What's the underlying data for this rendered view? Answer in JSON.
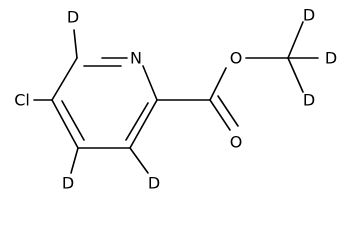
{
  "molecule": {
    "atoms": {
      "n": "N",
      "cl": "Cl",
      "o_ether": "O",
      "o_carbonyl": "O",
      "d_c6": "D",
      "d_c4": "D",
      "d_c3": "D",
      "d_me1": "D",
      "d_me2": "D",
      "d_me3": "D"
    }
  }
}
